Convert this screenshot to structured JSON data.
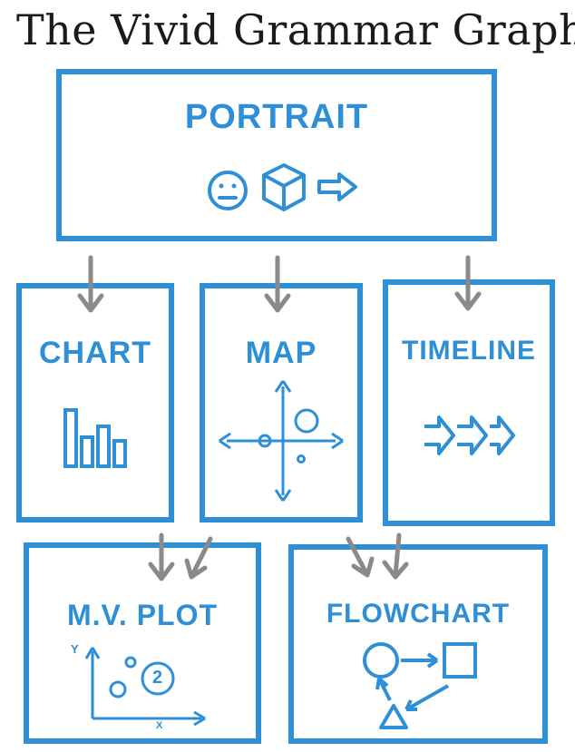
{
  "title": "The Vivid Grammar Graph",
  "colors": {
    "accent": "#2e8fd6",
    "arrow": "#8a8a8a",
    "title": "#1a1a1a"
  },
  "nodes": {
    "portrait": {
      "label": "PORTRAIT",
      "icons": [
        "neutral-face-icon",
        "cube-icon",
        "arrow-right-icon"
      ]
    },
    "chart": {
      "label": "CHART",
      "icons": [
        "bar-chart-icon"
      ]
    },
    "map": {
      "label": "MAP",
      "icons": [
        "axes-map-icon"
      ]
    },
    "timeline": {
      "label": "TIMELINE",
      "icons": [
        "chevron-arrows-icon"
      ]
    },
    "mv_plot": {
      "label": "M.V. PLOT",
      "icons": [
        "bubble-scatter-icon"
      ],
      "axis_y": "Y",
      "axis_x": "X",
      "bubble_number": "2"
    },
    "flowchart": {
      "label": "FLOWCHART",
      "icons": [
        "circle-square-triangle-flow-icon"
      ]
    }
  },
  "edges": [
    {
      "from": "portrait",
      "to": "chart"
    },
    {
      "from": "portrait",
      "to": "map"
    },
    {
      "from": "portrait",
      "to": "timeline"
    },
    {
      "from": "chart",
      "to": "mv_plot"
    },
    {
      "from": "map",
      "to": "mv_plot"
    },
    {
      "from": "map",
      "to": "flowchart"
    },
    {
      "from": "timeline",
      "to": "flowchart"
    }
  ]
}
